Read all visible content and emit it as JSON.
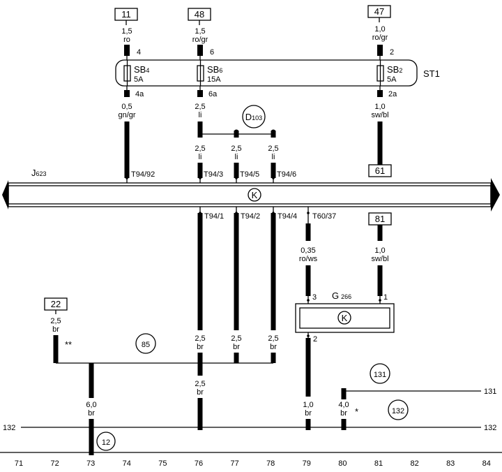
{
  "terminals": {
    "t11": "11",
    "t48": "48",
    "t47": "47",
    "t61": "61",
    "t81": "81",
    "t22": "22"
  },
  "wires": {
    "w1_top_size": "1,5",
    "w1_top_color": "ro",
    "w2_top_size": "1,5",
    "w2_top_color": "ro/gr",
    "w3_top_size": "1,0",
    "w3_top_color": "ro/gr",
    "w1_bot_size": "0,5",
    "w1_bot_color": "gn/gr",
    "w2_bot_size": "2,5",
    "w2_bot_color": "li",
    "w3_bot_size": "1,0",
    "w3_bot_color": "sw/bl",
    "b1_size": "2,5",
    "b1_color": "li",
    "b2_size": "2,5",
    "b2_color": "li",
    "b3_size": "2,5",
    "b3_color": "li",
    "g_in_size": "0,35",
    "g_in_color": "ro/ws",
    "g81_size": "1,0",
    "g81_color": "sw/bl",
    "w22_size": "2,5",
    "w22_color": "br",
    "w22_mark": "**",
    "w76a_size": "2,5",
    "w76a_color": "br",
    "w77_size": "2,5",
    "w77_color": "br",
    "w78_size": "2,5",
    "w78_color": "br",
    "w76b_size": "2,5",
    "w76b_color": "br",
    "w73_size": "6,0",
    "w73_color": "br",
    "w79_size": "1,0",
    "w79_color": "br",
    "w80_size": "4,0",
    "w80_color": "br",
    "w80_mark": "*"
  },
  "fuse_block": {
    "name": "ST1",
    "fuses": [
      {
        "name": "SB",
        "num": "4",
        "rating": "5A",
        "pin_top": "4",
        "pin_bot": "4a"
      },
      {
        "name": "SB",
        "num": "6",
        "rating": "15A",
        "pin_top": "6",
        "pin_bot": "6a"
      },
      {
        "name": "SB",
        "num": "2",
        "rating": "5A",
        "pin_top": "2",
        "pin_bot": "2a"
      }
    ]
  },
  "module": {
    "name_main": "J",
    "name_sub": "623",
    "symbol": "K",
    "pins_top": [
      "T94/92",
      "T94/3",
      "T94/5",
      "T94/6"
    ],
    "pins_bot": [
      "T94/1",
      "T94/2",
      "T94/4",
      "T60/37"
    ]
  },
  "sensor": {
    "name_main": "G",
    "name_sub": "266",
    "symbol": "K",
    "pin_left": "3",
    "pin_right": "1",
    "pin_bot": "2"
  },
  "splice": {
    "main": "D",
    "sub": "103"
  },
  "grounds": {
    "g85": "85",
    "g131": "131",
    "g132": "132",
    "g12": "12"
  },
  "lines": {
    "l131_right": "131",
    "l132_left": "132",
    "l132_right": "132"
  },
  "tracks": [
    "71",
    "72",
    "73",
    "74",
    "75",
    "76",
    "77",
    "78",
    "79",
    "80",
    "81",
    "82",
    "83",
    "84"
  ]
}
